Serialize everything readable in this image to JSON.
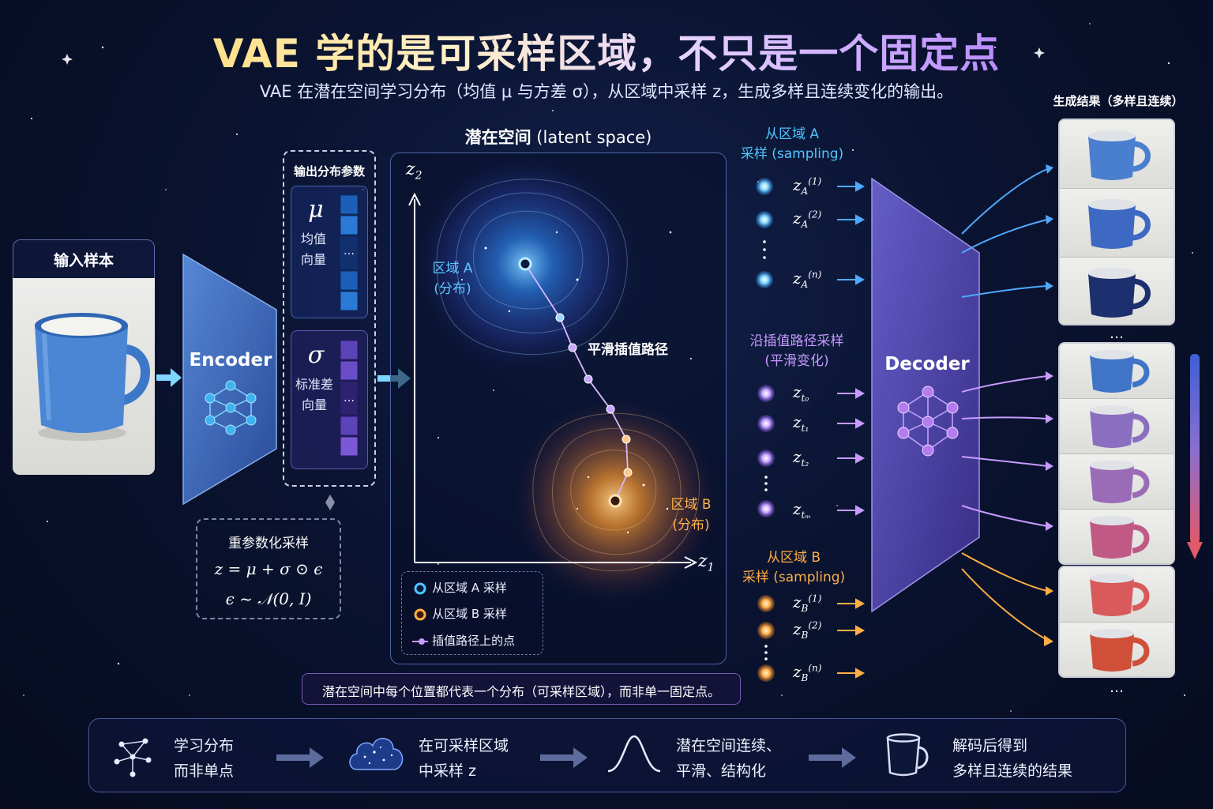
{
  "title": "VAE 学的是可采样区域，不只是一个固定点",
  "subtitle": "VAE 在潜在空间学习分布（均值 μ 与方差 σ），从区域中采样 z，生成多样且连续变化的输出。",
  "input": {
    "label": "输入样本"
  },
  "encoder": {
    "label": "Encoder"
  },
  "output_params": {
    "title": "输出分布参数",
    "mu": {
      "symbol": "μ",
      "line1": "均值",
      "line2": "向量"
    },
    "sigma": {
      "symbol": "σ",
      "line1": "标准差",
      "line2": "向量"
    },
    "ellipsis": "…"
  },
  "reparam": {
    "title": "重参数化采样",
    "formula1": "z = μ + σ ⊙ ϵ",
    "formula2": "ϵ ~ 𝒩(0, I)"
  },
  "latent": {
    "title_cn": "潜在空间",
    "title_en": "(latent space)",
    "axis_x": "z",
    "axis_x_sub": "1",
    "axis_y": "z",
    "axis_y_sub": "2",
    "region_a": {
      "line1": "区域 A",
      "line2": "(分布)"
    },
    "region_b": {
      "line1": "区域 B",
      "line2": "(分布)"
    },
    "path_label": "平滑插值路径",
    "legend": [
      {
        "label": "从区域 A 采样",
        "color": "#4fc7ff"
      },
      {
        "label": "从区域 B 采样",
        "color": "#ffae45"
      },
      {
        "label": "插值路径上的点",
        "color": "#c79bff"
      }
    ],
    "note": "潜在空间中每个位置都代表一个分布（可采样区域），而非单一固定点。"
  },
  "sampling": {
    "section_a": {
      "line1": "从区域 A",
      "line2": "采样 (sampling)"
    },
    "section_mid": {
      "line1": "沿插值路径采样",
      "line2": "(平滑变化)"
    },
    "section_b": {
      "line1": "从区域 B",
      "line2": "采样 (sampling)"
    },
    "a_items": [
      {
        "base": "z",
        "sub": "A",
        "sup": "(1)"
      },
      {
        "base": "z",
        "sub": "A",
        "sup": "(2)"
      },
      {
        "base": "z",
        "sub": "A",
        "sup": "(n)"
      }
    ],
    "t_items": [
      {
        "base": "z",
        "sub": "t₀"
      },
      {
        "base": "z",
        "sub": "t₁"
      },
      {
        "base": "z",
        "sub": "t₂"
      },
      {
        "base": "z",
        "sub": "tₘ"
      }
    ],
    "b_items": [
      {
        "base": "z",
        "sub": "B",
        "sup": "(1)"
      },
      {
        "base": "z",
        "sub": "B",
        "sup": "(2)"
      },
      {
        "base": "z",
        "sub": "B",
        "sup": "(n)"
      }
    ],
    "colors": {
      "a": "#4fc7ff",
      "t": "#c79bff",
      "b": "#ffae45"
    }
  },
  "decoder": {
    "label": "Decoder"
  },
  "results": {
    "title": "生成结果（多样且连续）",
    "ellipsis": "…",
    "mug_colors_a": [
      "#4a7fcf",
      "#3e69c2",
      "#1c2f6e"
    ],
    "mug_colors_mid": [
      "#3f74c6",
      "#8a6fc0",
      "#9a6bb6",
      "#c05a85"
    ],
    "mug_colors_b": [
      "#d85a5a",
      "#cf4f38"
    ]
  },
  "summary": [
    {
      "line1": "学习分布",
      "line2": "而非单点",
      "icon": "graph-nodes-icon"
    },
    {
      "line1": "在可采样区域",
      "line2": "中采样 z",
      "icon": "latent-cloud-icon"
    },
    {
      "line1": "潜在空间连续、",
      "line2": "平滑、结构化",
      "icon": "smooth-curve-icon"
    },
    {
      "line1": "解码后得到",
      "line2": "多样且连续的结果",
      "icon": "mug-icon"
    }
  ]
}
